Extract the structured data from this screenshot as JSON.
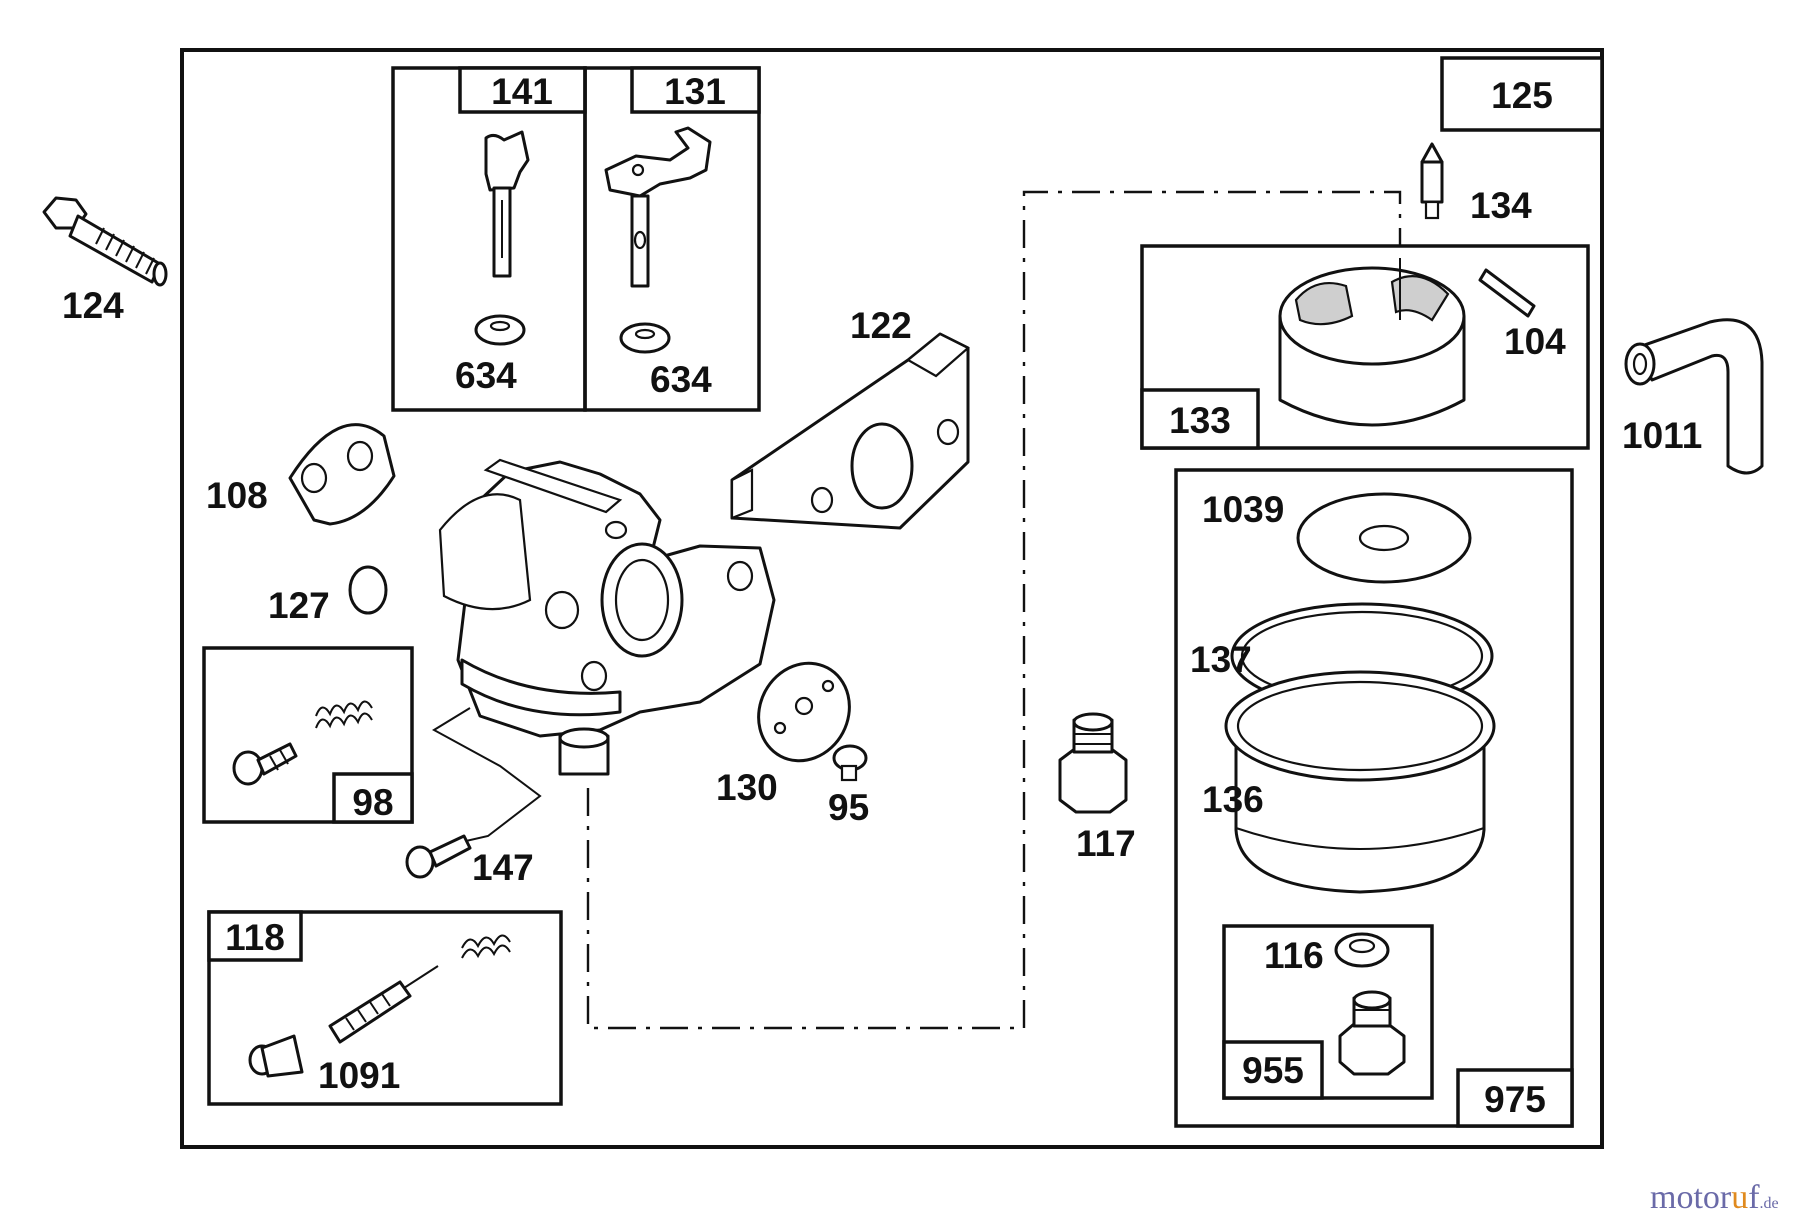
{
  "labels": {
    "p124": "124",
    "p141": "141",
    "p131": "131",
    "p634a": "634",
    "p634b": "634",
    "p125": "125",
    "p134": "134",
    "p104": "104",
    "p133": "133",
    "p1011": "1011",
    "p122": "122",
    "p108": "108",
    "p127": "127",
    "p98": "98",
    "p147": "147",
    "p118": "118",
    "p1091": "1091",
    "p130": "130",
    "p95": "95",
    "p117": "117",
    "p1039": "1039",
    "p137": "137",
    "p136": "136",
    "p116": "116",
    "p955": "955",
    "p975": "975"
  },
  "watermark": {
    "main": "motor",
    "accent": "u",
    "end": "f",
    "tld": ".de"
  },
  "colors": {
    "line": "#111111",
    "background": "#ffffff",
    "watermark": "#6a6aa8",
    "watermark_accent": "#e08a1e"
  }
}
